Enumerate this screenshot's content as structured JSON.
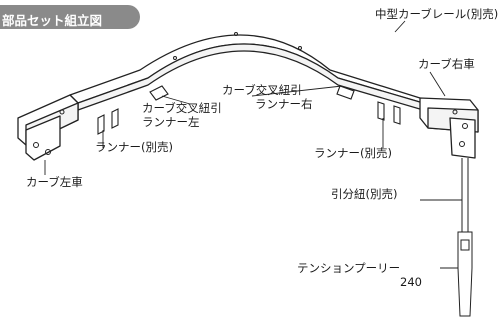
{
  "title_tag": "部品セット組立図",
  "labels": {
    "rail": "中型カーブレール(別売)",
    "right_carriage": "カーブ右車",
    "runner_right_l1": "カーブ交叉紐引",
    "runner_right_l2": "ランナー右",
    "runner_left_l1": "カーブ交叉紐引",
    "runner_left_l2": "ランナー左",
    "runner_a": "ランナー(別売)",
    "runner_b": "ランナー(別売)",
    "left_carriage": "カーブ左車",
    "cord": "引分紐(別売)",
    "pulley_l1": "テンションプーリー",
    "pulley_l2": "240"
  }
}
